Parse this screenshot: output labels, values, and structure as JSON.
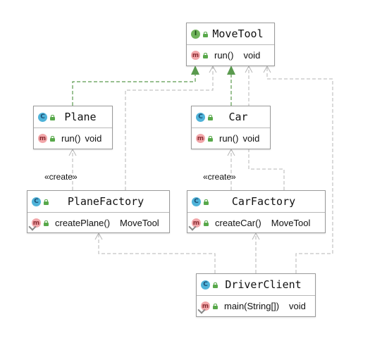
{
  "classes": {
    "movetool": {
      "badge": "I",
      "name": "MoveTool",
      "method": "run()",
      "type": "void"
    },
    "plane": {
      "badge": "C",
      "name": "Plane",
      "method": "run()",
      "type": "void"
    },
    "car": {
      "badge": "C",
      "name": "Car",
      "method": "run()",
      "type": "void"
    },
    "planefactory": {
      "badge": "C",
      "name": "PlaneFactory",
      "method": "createPlane()",
      "type": "MoveTool"
    },
    "carfactory": {
      "badge": "C",
      "name": "CarFactory",
      "method": "createCar()",
      "type": "MoveTool"
    },
    "driverclient": {
      "badge": "C",
      "name": "DriverClient",
      "method": "main(String[])",
      "type": "void"
    }
  },
  "method_badge": "m",
  "stereotypes": {
    "plane_create": "«create»",
    "car_create": "«create»"
  },
  "colors": {
    "implements": "#5a9a4e",
    "dependency": "#b5b5b5",
    "class_badge": "#4fb3d9",
    "interface_badge": "#6fb35a",
    "method_badge": "#f2a7aa"
  }
}
